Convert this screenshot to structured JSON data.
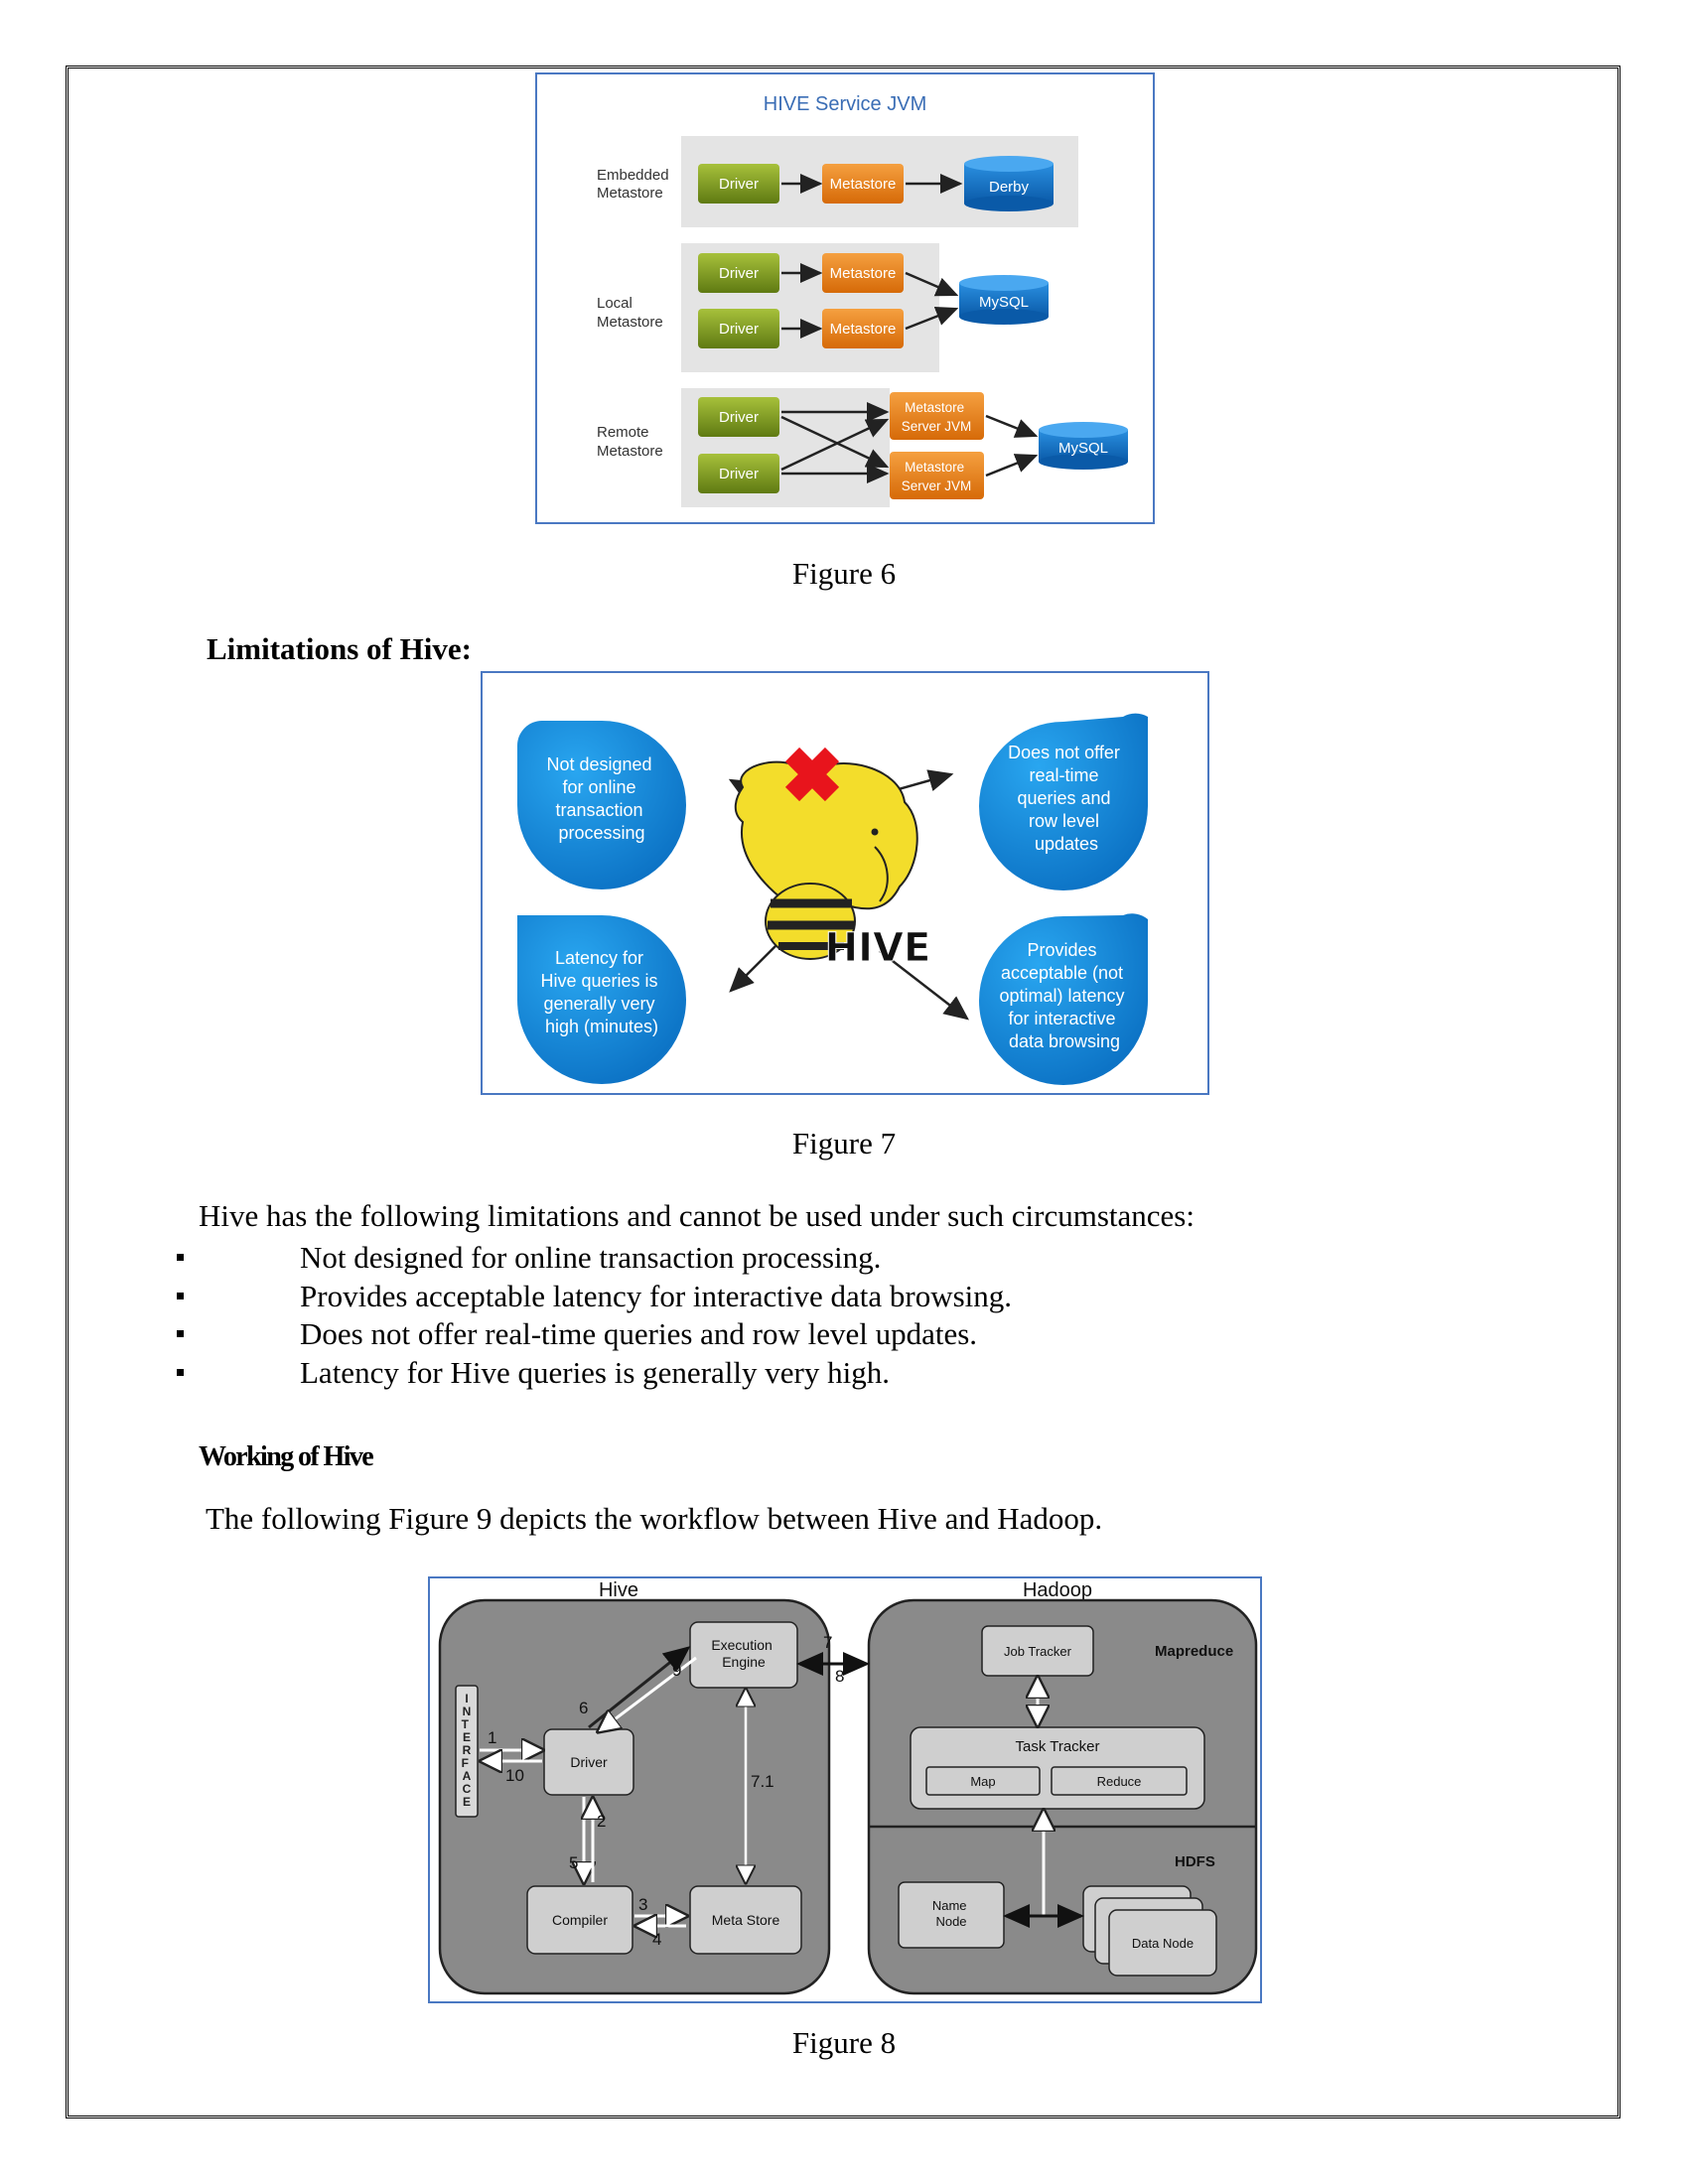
{
  "figure6": {
    "title": "HIVE Service JVM",
    "caption": "Figure 6",
    "rows": [
      {
        "label": [
          "Embedded",
          "Metastore"
        ],
        "driver": "Driver",
        "metastore": "Metastore",
        "db": "Derby"
      },
      {
        "label": [
          "Local",
          "Metastore"
        ],
        "driver": "Driver",
        "metastore": "Metastore",
        "db": "MySQL"
      },
      {
        "label": [
          "Remote",
          "Metastore"
        ],
        "driver": "Driver",
        "metastore": [
          "Metastore",
          "Server JVM"
        ],
        "db": "MySQL"
      }
    ]
  },
  "section_limitations": {
    "heading": "Limitations of Hive:",
    "caption": "Figure 7",
    "bubbles": [
      [
        "Not designed",
        "for online",
        "transaction",
        "processing"
      ],
      [
        "Does not offer",
        "real-time",
        "queries and",
        "row level",
        "updates"
      ],
      [
        "Latency for",
        "Hive queries is",
        "generally very",
        "high (minutes)"
      ],
      [
        "Provides",
        "acceptable (not",
        "optimal) latency",
        "for interactive",
        "data browsing"
      ]
    ],
    "logo_text": "HIVE",
    "intro": "Hive has the following limitations and cannot be used under such circumstances:",
    "bullets": [
      "Not designed for online transaction processing.",
      "Provides acceptable latency for interactive data browsing.",
      "Does not offer real-time queries and row level updates.",
      "Latency for Hive queries is generally very high."
    ]
  },
  "section_working": {
    "heading": "Working of Hive",
    "intro": "The following Figure 9 depicts the workflow between Hive and Hadoop.",
    "caption": "Figure 8"
  },
  "figure8": {
    "hive_label": "Hive",
    "hadoop_label": "Hadoop",
    "interface_text": "INTERFACE",
    "driver": "Driver",
    "compiler": "Compiler",
    "metastore": "Meta Store",
    "execution_engine": [
      "Execution",
      "Engine"
    ],
    "job_tracker": "Job Tracker",
    "task_tracker": "Task Tracker",
    "map": "Map",
    "reduce": "Reduce",
    "name_node": [
      "Name",
      "Node"
    ],
    "data_node": "Data Node",
    "mapreduce_label": "Mapreduce",
    "hdfs_label": "HDFS",
    "steps": [
      "1",
      "10",
      "2",
      "5",
      "3",
      "4",
      "6",
      "9",
      "7.1",
      "7",
      "8"
    ]
  }
}
